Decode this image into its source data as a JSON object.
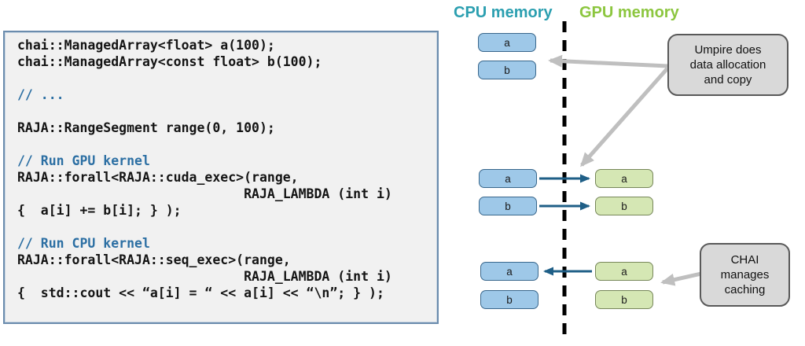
{
  "code_panel": {
    "lines": [
      "chai::ManagedArray<float> a(100);",
      "chai::ManagedArray<const float> b(100);",
      "",
      "// ...",
      "",
      "RAJA::RangeSegment range(0, 100);",
      "",
      "// Run GPU kernel",
      "RAJA::forall<RAJA::cuda_exec>(range,",
      "                             RAJA_LAMBDA (int i)",
      "{  a[i] += b[i]; } );",
      "",
      "// Run CPU kernel",
      "RAJA::forall<RAJA::seq_exec>(range,",
      "                             RAJA_LAMBDA (int i)",
      "{  std::cout << “a[i] = “ << a[i] << “\\n”; } );"
    ],
    "comment_color": "#2c6fa3",
    "background": "#f1f1f1",
    "border_color": "#6b8cad"
  },
  "diagram": {
    "cpu_header": {
      "label": "CPU memory",
      "color": "#2b9fb0"
    },
    "gpu_header": {
      "label": "GPU memory",
      "color": "#8cc63f"
    },
    "memory_boxes": {
      "top_cpu": [
        "a",
        "b"
      ],
      "mid_cpu": [
        "a",
        "b"
      ],
      "mid_gpu": [
        "a",
        "b"
      ],
      "bot_cpu": [
        "a",
        "b"
      ],
      "bot_gpu": [
        "a",
        "b"
      ]
    },
    "callouts": {
      "umpire": {
        "lines": [
          "Umpire does",
          "data allocation",
          "and copy"
        ]
      },
      "chai": {
        "lines": [
          "CHAI",
          "manages",
          "caching"
        ]
      }
    },
    "colors": {
      "cpu_box_fill": "#9ec8e8",
      "cpu_box_border": "#39678c",
      "gpu_box_fill": "#d5e7b4",
      "gpu_box_border": "#77875a",
      "copy_arrow": "#1f5f87",
      "annotation_arrow": "#bfbfbf",
      "callout_fill": "#d9d9d9",
      "callout_border": "#595959",
      "divider": "#000000"
    }
  }
}
